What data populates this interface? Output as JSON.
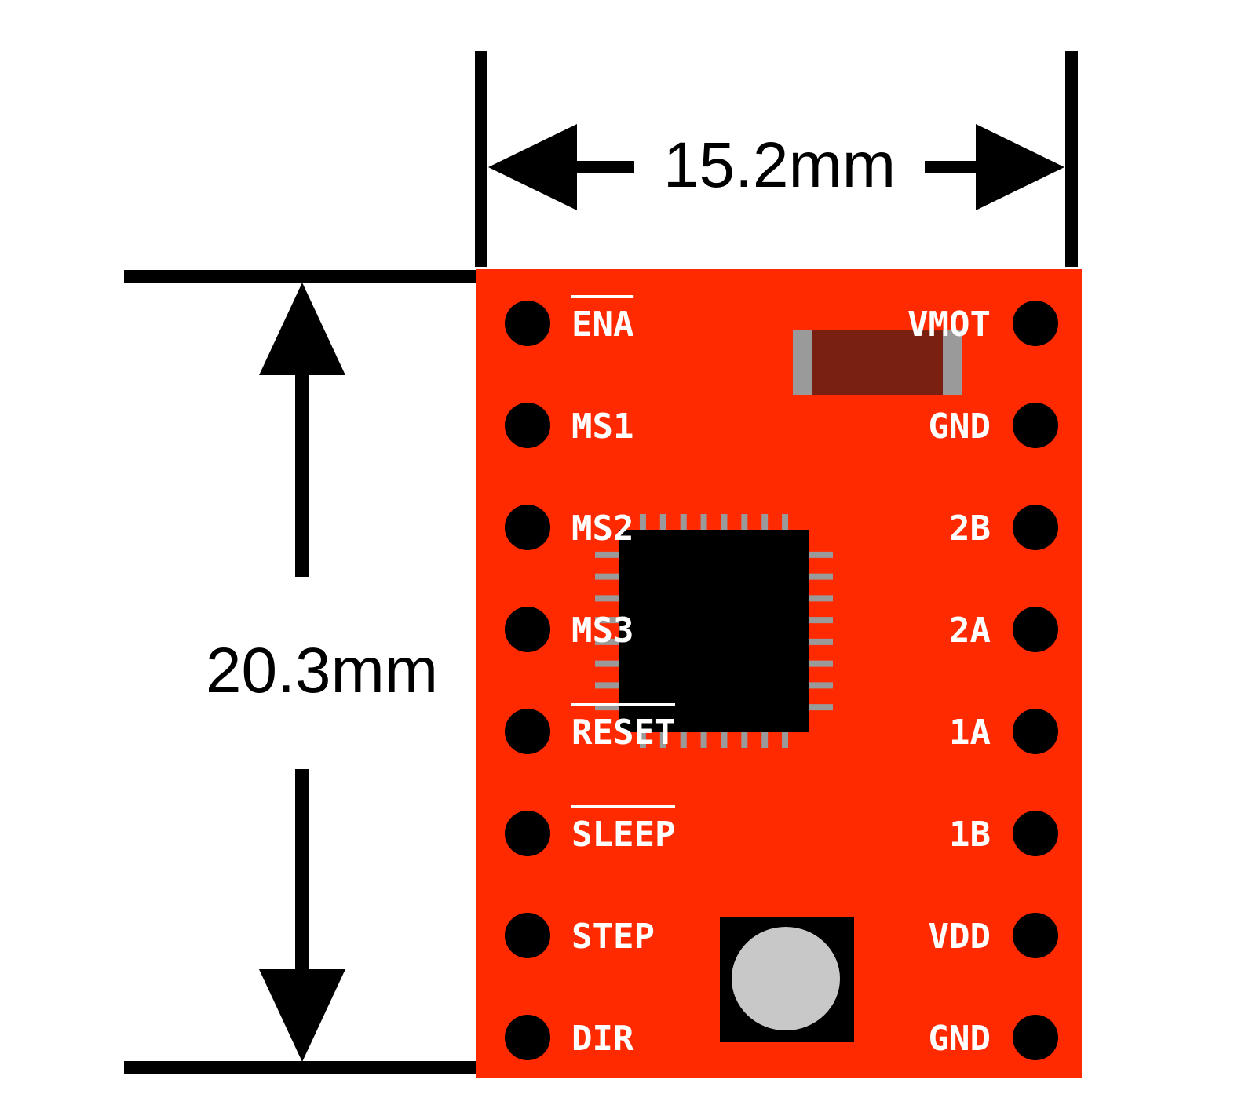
{
  "dimensions": {
    "width_label": "15.2mm",
    "height_label": "20.3mm"
  },
  "board": {
    "color": "#FF2A00",
    "silkscreen_color": "#FFFFFF",
    "left_pins": [
      "ENA",
      "MS1",
      "MS2",
      "MS3",
      "RESET",
      "SLEEP",
      "STEP",
      "DIR"
    ],
    "right_pins": [
      "VMOT",
      "GND",
      "2B",
      "2A",
      "1A",
      "1B",
      "VDD",
      "GND"
    ],
    "overlined_pins": [
      "ENA",
      "RESET",
      "SLEEP"
    ]
  },
  "colors": {
    "line": "#000000",
    "pad": "#000000",
    "chip": "#000000",
    "chip_leads": "#9a9a9a",
    "capacitor": "#7a2010",
    "capacitor_caps": "#9a9a9a",
    "potentiometer_knob": "#c8c8c8"
  }
}
